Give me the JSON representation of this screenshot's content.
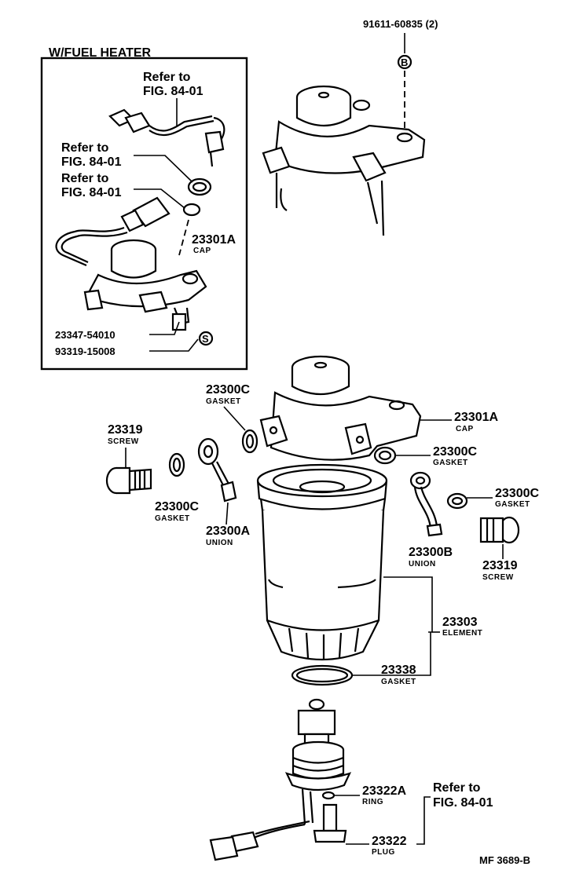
{
  "diagram_code": "MF  3689-B",
  "inset": {
    "title": "W/FUEL HEATER",
    "refs": [
      "Refer to",
      "FIG. 84-01",
      "Refer to",
      "FIG. 84-01",
      "Refer to",
      "FIG. 84-01"
    ],
    "cap": {
      "number": "23301A",
      "name": "CAP"
    },
    "part_a": "23347-54010",
    "part_b": "93319-15008",
    "symbol_s": "S"
  },
  "top": {
    "bolt": "91611-60835 (2)",
    "symbol_b": "B"
  },
  "labels": {
    "gasket_top": {
      "number": "23300C",
      "name": "GASKET"
    },
    "screw_left": {
      "number": "23319",
      "name": "SCREW"
    },
    "gasket_left": {
      "number": "23300C",
      "name": "GASKET"
    },
    "union_left": {
      "number": "23300A",
      "name": "UNION"
    },
    "cap": {
      "number": "23301A",
      "name": "CAP"
    },
    "gasket_right_a": {
      "number": "23300C",
      "name": "GASKET"
    },
    "gasket_right_b": {
      "number": "23300C",
      "name": "GASKET"
    },
    "union_right": {
      "number": "23300B",
      "name": "UNION"
    },
    "screw_right": {
      "number": "23319",
      "name": "SCREW"
    },
    "element": {
      "number": "23303",
      "name": "ELEMENT"
    },
    "gasket_bottom": {
      "number": "23338",
      "name": "GASKET"
    },
    "ring": {
      "number": "23322A",
      "name": "RING"
    },
    "plug": {
      "number": "23322",
      "name": "PLUG"
    },
    "ref_bottom": [
      "Refer to",
      "FIG. 84-01"
    ]
  }
}
